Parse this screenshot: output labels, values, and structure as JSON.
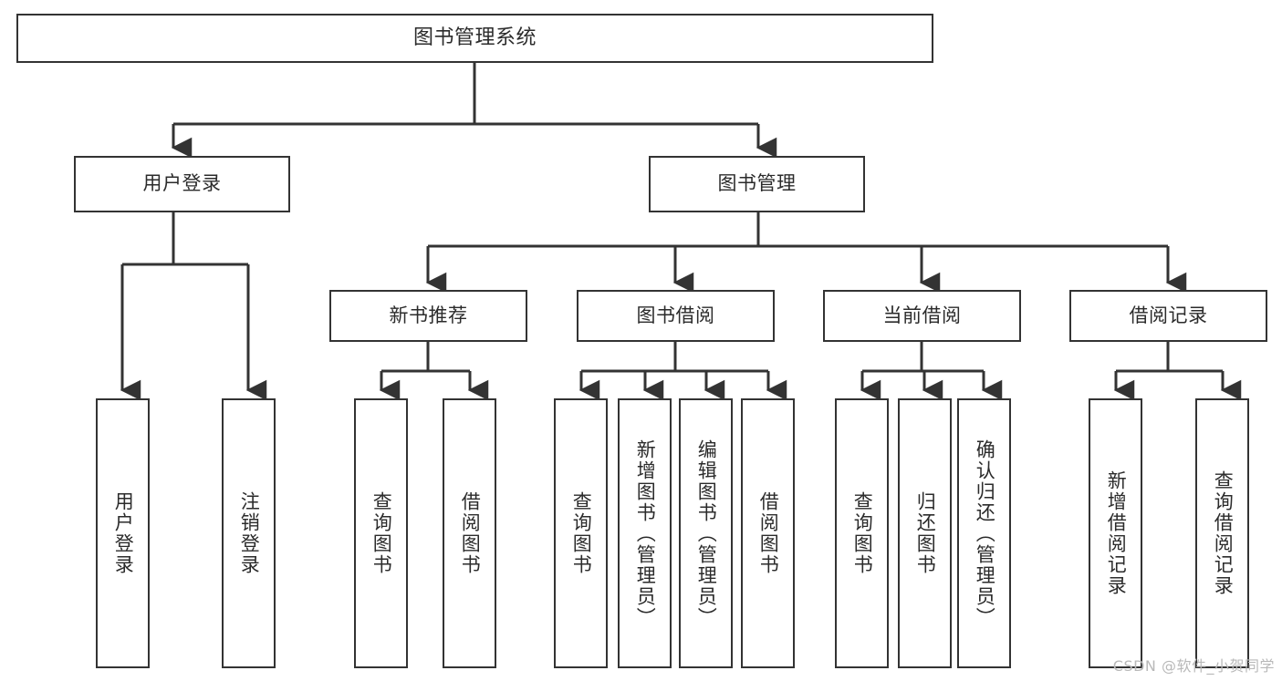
{
  "diagram": {
    "title": "图书管理系统",
    "type": "tree-hierarchy-chart",
    "root": {
      "label": "图书管理系统"
    },
    "level2": [
      {
        "label": "用户登录"
      },
      {
        "label": "图书管理"
      }
    ],
    "level3": [
      {
        "label": "新书推荐"
      },
      {
        "label": "图书借阅"
      },
      {
        "label": "当前借阅"
      },
      {
        "label": "借阅记录"
      }
    ],
    "leaves": {
      "user_login": [
        {
          "label": "用户登录"
        },
        {
          "label": "注销登录"
        }
      ],
      "new_book_recommend": [
        {
          "label": "查询图书"
        },
        {
          "label": "借阅图书"
        }
      ],
      "book_borrow": [
        {
          "label": "查询图书"
        },
        {
          "label": "新增图书（管理员）"
        },
        {
          "label": "编辑图书（管理员）"
        },
        {
          "label": "借阅图书"
        }
      ],
      "current_borrow": [
        {
          "label": "查询图书"
        },
        {
          "label": "归还图书"
        },
        {
          "label": "确认归还（管理员）"
        }
      ],
      "borrow_record": [
        {
          "label": "新增借阅记录"
        },
        {
          "label": "查询借阅记录"
        }
      ]
    }
  },
  "watermark": {
    "text": "CSDN @软件_小贺同学"
  },
  "colors": {
    "stroke": "#333333",
    "text": "#2b2b2b",
    "background": "#ffffff",
    "watermark": "#b9b9b9"
  }
}
